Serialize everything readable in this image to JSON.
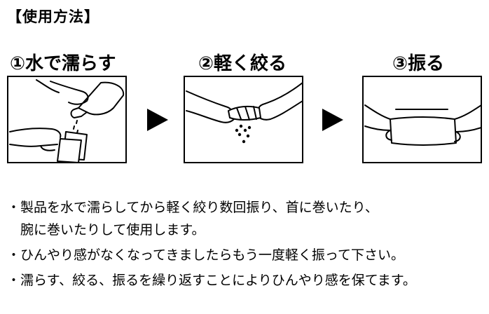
{
  "heading": "【使用方法】",
  "steps": [
    {
      "title": "①水で濡らす",
      "icon": "pour-water-illustration"
    },
    {
      "title": "②軽く絞る",
      "icon": "wring-cloth-illustration"
    },
    {
      "title": "③振る",
      "icon": "shake-cloth-illustration"
    }
  ],
  "notes": [
    "・製品を水で濡らしてから軽く絞り数回振り、首に巻いたり、",
    "腕に巻いたりして使用します。",
    "・ひんやり感がなくなってきましたらもう一度軽く振って下さい。",
    "・濡らす、絞る、振るを繰り返すことによりひんやり感を保てます。"
  ]
}
